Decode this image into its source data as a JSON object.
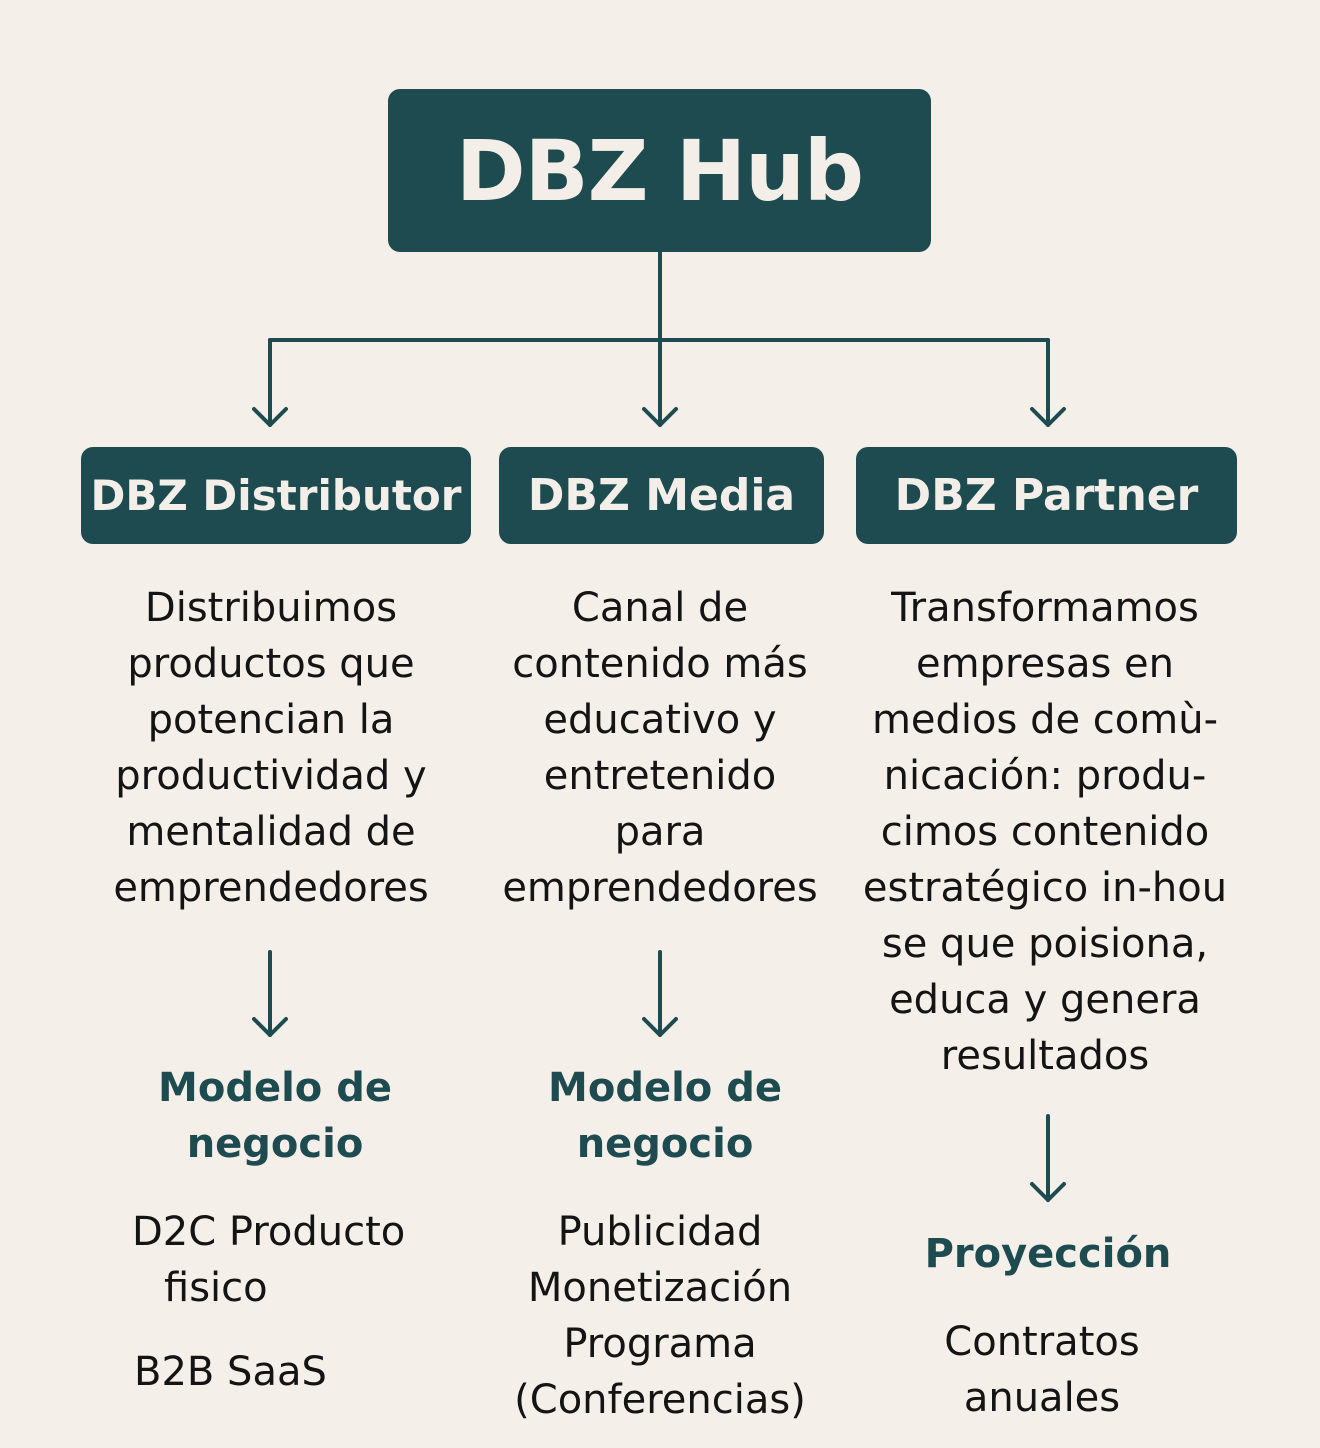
{
  "hub": {
    "title": "DBZ Hub"
  },
  "columns": [
    {
      "title": "DBZ Distributor",
      "description_lines": [
        "Distribuimos",
        "productos que",
        "potencian la",
        "productividad y",
        "mentalidad de",
        "emprendedores"
      ],
      "section_heading_lines": [
        "Modelo de",
        "negocio"
      ],
      "items": [
        {
          "lines": [
            "D2C Producto",
            "fisico"
          ]
        },
        {
          "lines": [
            "B2B SaaS"
          ]
        }
      ]
    },
    {
      "title": "DBZ Media",
      "description_lines": [
        "Canal de",
        "contenido más",
        "educativo y",
        "entretenido",
        "para",
        "emprendedores"
      ],
      "section_heading_lines": [
        "Modelo de",
        "negocio"
      ],
      "items": [
        {
          "lines": [
            "Publicidad",
            "Monetización",
            "Programa",
            "(Conferencias)"
          ]
        }
      ]
    },
    {
      "title": "DBZ Partner",
      "description_lines": [
        "Transformamos",
        "empresas en",
        "medios de comù-",
        "nicación: produ-",
        "cimos contenido",
        "estratégico in-hou",
        "se que poisiona,",
        "educa y genera",
        "resultados"
      ],
      "section_heading_lines": [
        "Proyección"
      ],
      "items": [
        {
          "lines": [
            "Contratos",
            "anuales"
          ]
        }
      ]
    }
  ],
  "colors": {
    "box": "#1d4b50",
    "box_text": "#f3efe8",
    "background": "#f4efe8",
    "heading": "#1d4b50",
    "body_text": "#141414",
    "connector": "#1d4b50"
  }
}
